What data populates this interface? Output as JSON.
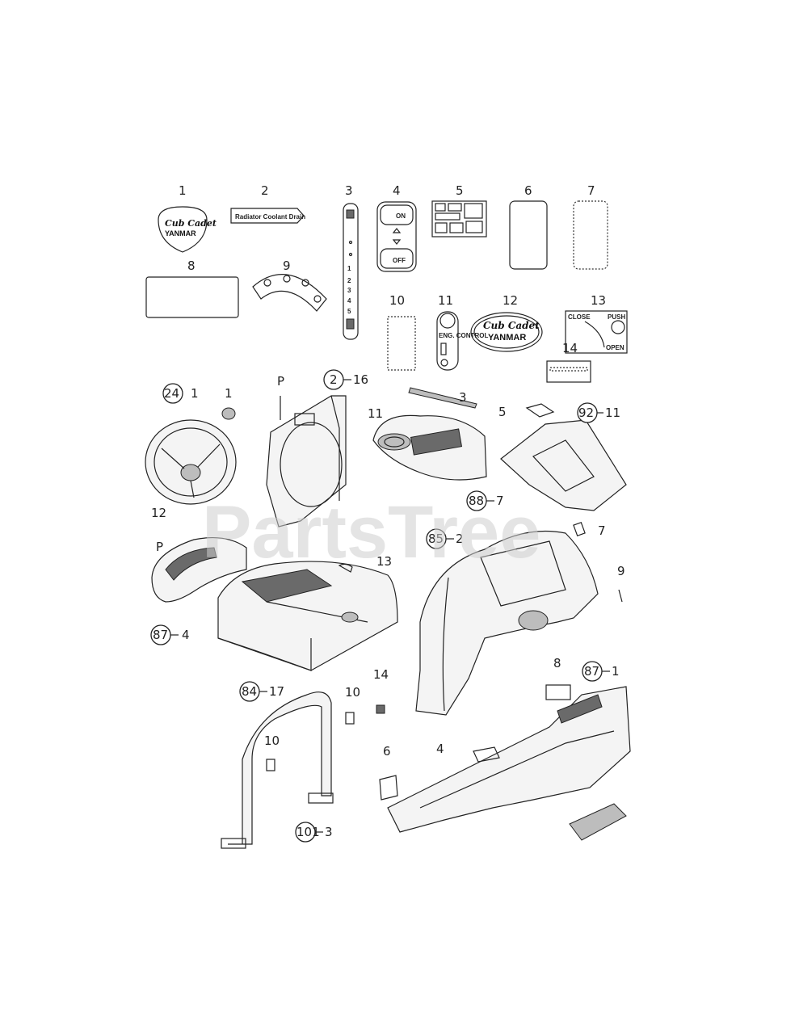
{
  "watermark": "PartsTree",
  "decals": {
    "callouts": [
      "1",
      "2",
      "3",
      "4",
      "5",
      "6",
      "7",
      "8",
      "9",
      "10",
      "11",
      "12",
      "13",
      "14"
    ],
    "decal2_text": "Radiator Coolant Drain",
    "decal4_on": "ON",
    "decal4_off": "OFF",
    "decal11_text": "ENG. CONTROL",
    "decal13_close": "CLOSE",
    "decal13_push": "PUSH",
    "decal13_open": "OPEN",
    "logo_top": "Cub Cadet",
    "logo_bottom": "YANMAR"
  },
  "assembly": {
    "steering_ref": "24",
    "steering_qty": "1",
    "cap_label": "1",
    "wheel_label": "12",
    "frame_label": "P",
    "frame_ref": "2",
    "frame_qty": "16",
    "console_label_11": "11",
    "console_label_3": "3",
    "console_ref": "88",
    "console_qty": "7",
    "plate_label_5": "5",
    "plate_ref": "92",
    "plate_qty": "11",
    "dash_ref": "85",
    "dash_qty": "2",
    "dash_label_7": "7",
    "dash_label_9": "9",
    "left_label": "P",
    "left_ref": "87",
    "left_qty": "4",
    "hood_label_13": "13",
    "hood_ref": "84",
    "hood_qty": "17",
    "fender_label_14": "14",
    "floor_label_8": "8",
    "floor_ref": "87",
    "floor_qty": "1",
    "floor_label_4": "4",
    "floor_label_6": "6",
    "rops_label_10a": "10",
    "rops_label_10b": "10",
    "rops_ref": "101",
    "rops_qty": "3"
  }
}
